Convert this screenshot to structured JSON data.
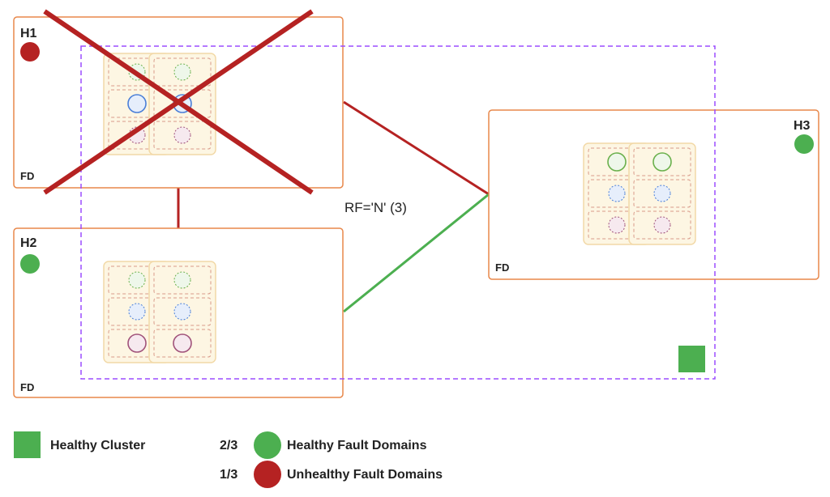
{
  "colors": {
    "host_border": "#e8874a",
    "cluster_border": "#9b4dff",
    "healthy": "#4caf50",
    "unhealthy": "#b52222",
    "node_fill": "#fdf6e3",
    "node_border": "#f2d9a8",
    "slot_border": "#d99a8a",
    "replica_green": "#6ab04c",
    "replica_blue": "#4a7fd8",
    "replica_purple": "#a0527a"
  },
  "hosts": [
    {
      "label": "H1",
      "status": "unhealthy",
      "fd_label": "FD",
      "failed": true
    },
    {
      "label": "H2",
      "status": "healthy",
      "fd_label": "FD",
      "failed": false
    },
    {
      "label": "H3",
      "status": "healthy",
      "fd_label": "FD",
      "failed": false
    }
  ],
  "replication_label": "RF='N' (3)",
  "legend": {
    "cluster": {
      "label": "Healthy Cluster",
      "status": "healthy"
    },
    "healthy_domains": {
      "ratio": "2/3",
      "label": "Healthy Fault Domains",
      "status": "healthy"
    },
    "unhealthy_domains": {
      "ratio": "1/3",
      "label": "Unhealthy Fault Domains",
      "status": "unhealthy"
    }
  }
}
